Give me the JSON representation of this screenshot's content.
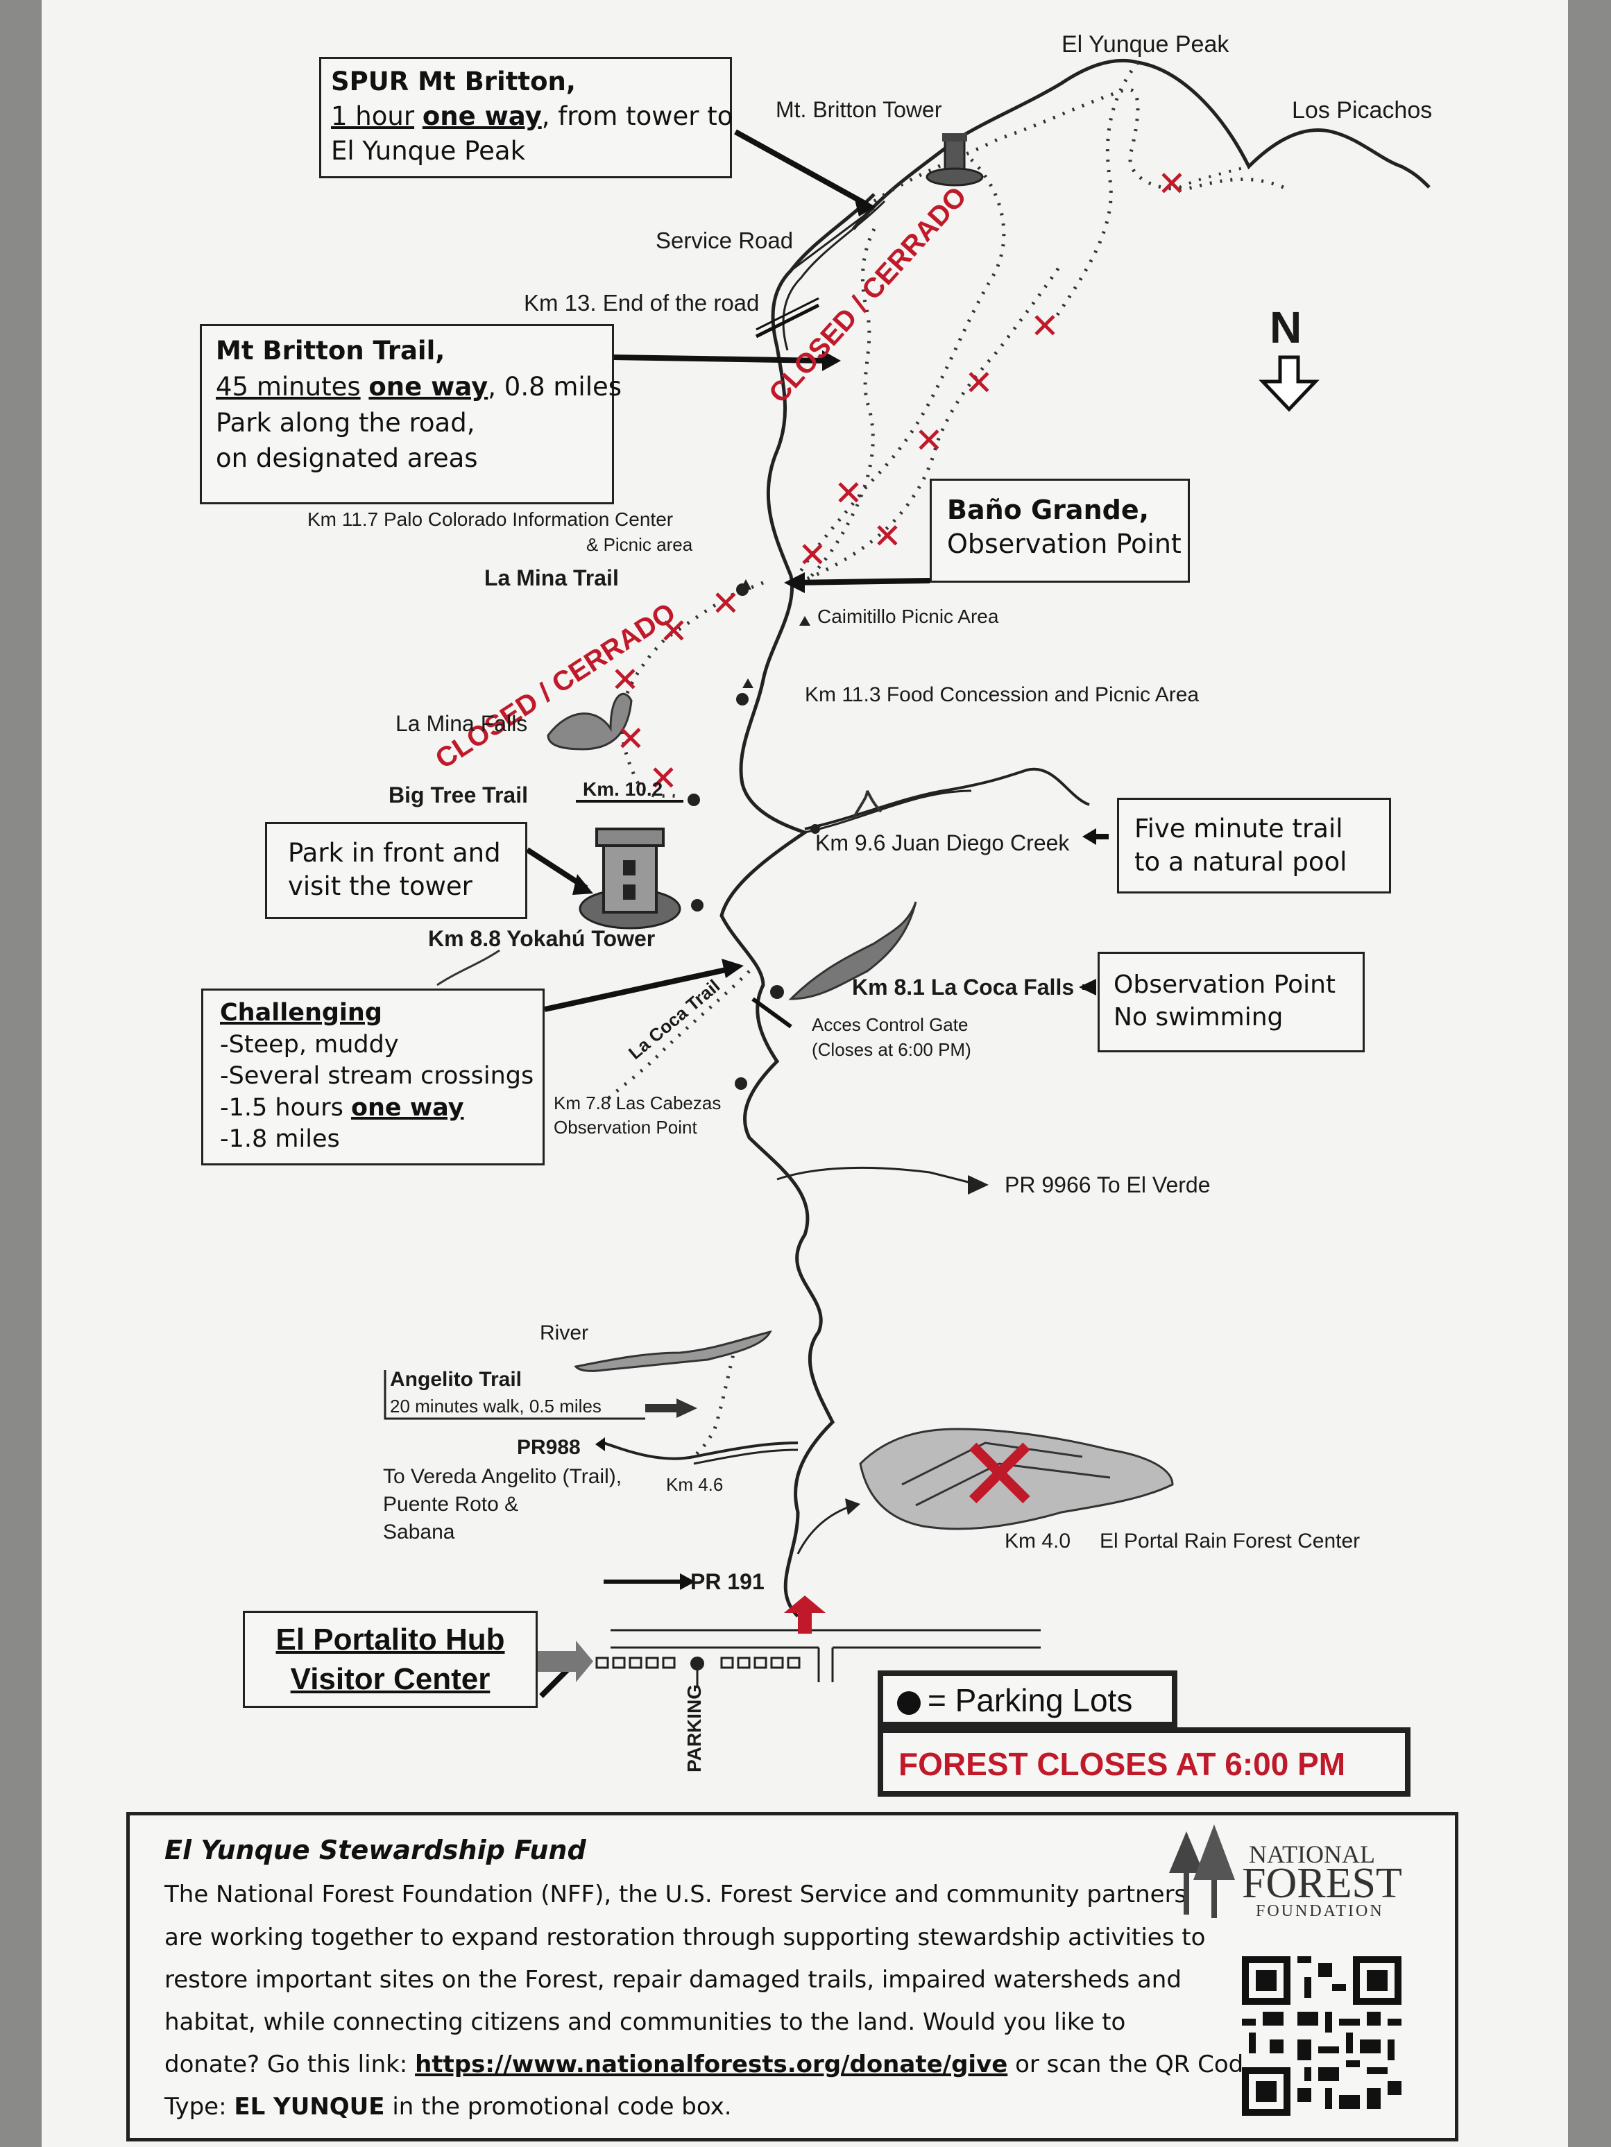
{
  "peaks": {
    "el_yunque_peak": "El Yunque Peak",
    "los_picachos": "Los Picachos",
    "mt_britton_tower": "Mt. Britton Tower"
  },
  "spur_box": {
    "title": "SPUR Mt Britton,",
    "duration": "1 hour",
    "one_way": "one way",
    "rest": ", from tower to",
    "line3": "El Yunque Peak"
  },
  "britton_box": {
    "title": "Mt Britton Trail,",
    "duration": "45 minutes",
    "one_way": "one way",
    "distance": ", 0.8 miles",
    "line3": "Park along the road,",
    "line4": "on designated areas"
  },
  "labels": {
    "service_road": "Service Road",
    "km13": "Km 13. End of the road",
    "km117": "Km 11.7  Palo Colorado Information Center",
    "km117b": "& Picnic area",
    "la_mina_trail": "La Mina Trail",
    "caimitillo": "Caimitillo Picnic Area",
    "km113": "Km 11.3 Food Concession and Picnic Area",
    "la_mina_falls": "La Mina Falls",
    "big_tree_trail": "Big Tree Trail",
    "km102": "Km. 10.2",
    "km96": "Km 9.6 Juan Diego Creek",
    "km88": "Km  8.8  Yokahú Tower",
    "km81": "Km 8.1 La Coca Falls",
    "la_coca_trail": "La Coca Trail",
    "access_gate": "Acces Control Gate",
    "access_gate2": "(Closes at 6:00 PM)",
    "km78": "Km 7.8 Las Cabezas",
    "km78b": "Observation Point",
    "pr9966": "PR 9966 To El Verde",
    "river": "River",
    "angelito_title": "Angelito Trail",
    "angelito_sub": "20 minutes walk, 0.5 miles",
    "pr988": "PR988",
    "vereda1": "To  Vereda Angelito (Trail),",
    "vereda2": "Puente Roto &",
    "vereda3": "Sabana",
    "km46": "Km 4.6",
    "km40": "Km 4.0",
    "el_portal": "El Portal Rain Forest Center",
    "pr191": "PR 191",
    "parking": "PARKING",
    "closed": "CLOSED / CERRADO",
    "north": "N"
  },
  "bano_box": {
    "title": "Baño Grande,",
    "sub": "Observation Point"
  },
  "five_box": {
    "line1": "Five minute trail",
    "line2": "to a natural pool"
  },
  "park_box": {
    "line1": "Park in front and",
    "line2": "visit the tower"
  },
  "obs_box": {
    "line1": "Observation Point",
    "line2": "No swimming"
  },
  "challenge_box": {
    "title": "Challenging",
    "items": [
      "-Steep, muddy",
      "-Several stream crossings"
    ],
    "hours": "-1.5 hours ",
    "one_way": "one way",
    "miles": "-1.8 miles"
  },
  "hub_box": {
    "line1": "El Portalito Hub",
    "line2": "Visitor Center"
  },
  "legend": {
    "parking": "= Parking Lots",
    "closes": "FOREST CLOSES AT 6:00 PM"
  },
  "fund": {
    "title": "El Yunque Stewardship Fund",
    "lines": [
      "The National Forest Foundation (NFF), the U.S. Forest Service and community partners",
      "are working together to expand restoration through supporting  stewardship activities to",
      "restore important sites on the Forest, repair damaged trails, impaired watersheds and",
      "habitat, while connecting citizens and communities to the land.  Would you like to"
    ],
    "donate_pre": "donate?  Go this link: ",
    "link": "https://www.nationalforests.org/donate/give",
    "donate_post": " or scan the QR Code",
    "type_pre": "Type: ",
    "code": "EL YUNQUE",
    "type_post": " in the promotional code box."
  },
  "nff_logo": {
    "line1": "NATIONAL",
    "line2": "FOREST",
    "line3": "FOUNDATION"
  },
  "colors": {
    "closed_red": "#c0192a",
    "paper": "#f4f4f2",
    "ink": "#1a1a1a"
  }
}
